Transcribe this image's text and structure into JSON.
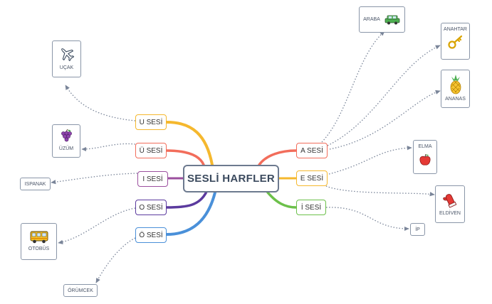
{
  "central": "SESLİ HARFLER",
  "branches": {
    "a": "A SESİ",
    "e": "E SESİ",
    "i_dot": "İ SESİ",
    "u": "U SESİ",
    "u_uml": "Ü SESİ",
    "i_dotless": "I SESİ",
    "o": "O SESİ",
    "o_uml": "Ö SESİ"
  },
  "leaves": {
    "araba": "ARABA",
    "anahtar": "ANAHTAR",
    "ananas": "ANANAS",
    "elma": "ELMA",
    "eldiven": "ELDİVEN",
    "ip": "İP",
    "ucak": "UÇAK",
    "uzum": "ÜZÜM",
    "ispanak": "ISPANAK",
    "otobus": "OTOBÜS",
    "orumcek": "ÖRÜMCEK"
  },
  "icons": {
    "araba": "car-icon",
    "anahtar": "key-icon",
    "ananas": "pineapple-icon",
    "elma": "apple-icon",
    "eldiven": "mitten-icon",
    "ucak": "airplane-icon",
    "uzum": "grapes-icon",
    "otobus": "bus-icon"
  },
  "colors": {
    "a": "#f26d5b",
    "e": "#f5b82e",
    "i_dot": "#6cc04a",
    "u": "#f5b82e",
    "u_uml": "#f26d5b",
    "i_dotless": "#9b4f9e",
    "o": "#5b3a9e",
    "o_uml": "#4a90d9",
    "dotted": "#7a8599"
  }
}
